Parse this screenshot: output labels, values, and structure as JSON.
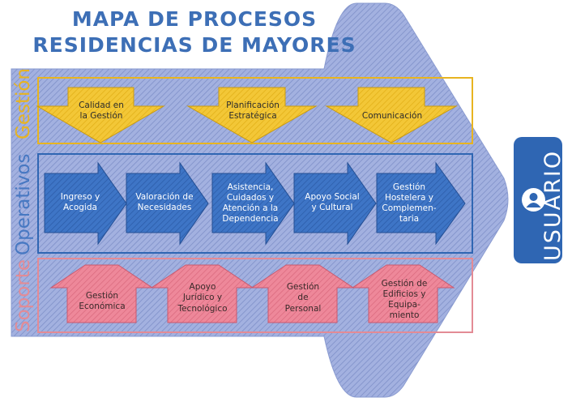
{
  "title": {
    "line1": "MAPA DE PROCESOS",
    "line2": "RESIDENCIAS DE MAYORES"
  },
  "user_panel": {
    "label": "USUARIO",
    "icon": "user-icon"
  },
  "sections": {
    "gestion": {
      "label": "Gestión",
      "color": "#e8b420",
      "items": [
        "Calidad en\nla Gestión",
        "Planificación\nEstratégica",
        "Comunicación"
      ]
    },
    "operativos": {
      "label": "Operativos",
      "color": "#2f66b3",
      "items": [
        "Ingreso y\nAcogida",
        "Valoración de\nNecesidades",
        "Asistencia,\nCuidados y\nAtención a la\nDependencia",
        "Apoyo Social\ny Cultural",
        "Gestión\nHostelera y\nComplemen-\ntaria"
      ]
    },
    "soporte": {
      "label": "Soporte",
      "color": "#e38b95",
      "items": [
        "Gestión\nEconómica",
        "Apoyo\nJurídico y\nTecnológico",
        "Gestión\nde\nPersonal",
        "Gestión de\nEdificios y\nEquipa-\nmiento"
      ]
    }
  },
  "colors": {
    "title": "#3d6fb6",
    "big_arrow": "#8f9fd4",
    "gestion_fill": "#f2c232",
    "operativos_fill": "#3b72c4",
    "soporte_fill": "#eb8093"
  }
}
